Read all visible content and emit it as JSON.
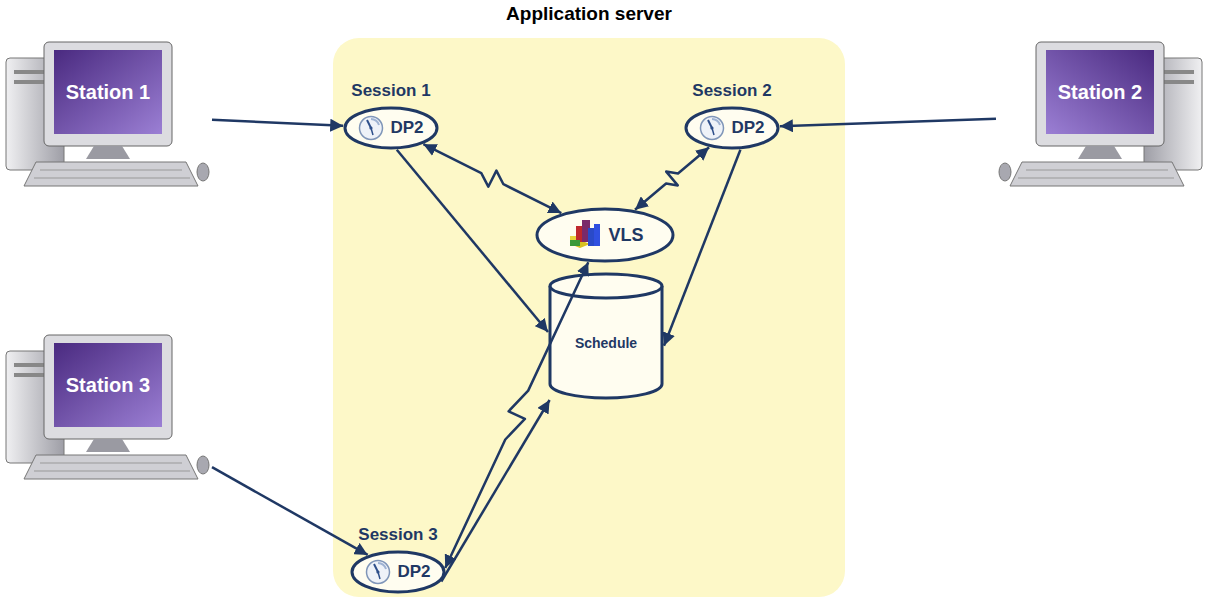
{
  "diagram": {
    "nodes": [
      {
        "text": [
          "Application server"
        ]
      },
      {
        "text": [
          "Station 1"
        ]
      },
      {
        "text": [
          "Session 1",
          "DP2"
        ],
        "in": 0
      },
      {
        "text": [
          "Session 2",
          "DP2"
        ],
        "in": 0
      },
      {
        "text": [
          "Station 2"
        ]
      },
      {
        "text": [
          "VLS"
        ],
        "in": 0
      },
      {
        "text": [
          "Schedule"
        ],
        "in": 0
      },
      {
        "text": [
          "Station 3"
        ]
      },
      {
        "text": [
          "Session 3",
          "DP2"
        ],
        "in": 0
      }
    ],
    "edges": [
      {
        "from": 1,
        "to": 2,
        "arrow": "to"
      },
      {
        "from": 4,
        "to": 3,
        "arrow": "to"
      },
      {
        "from": 7,
        "to": 8,
        "arrow": "to"
      },
      {
        "from": 2,
        "to": 5,
        "arrow": "both"
      },
      {
        "from": 3,
        "to": 5,
        "arrow": "both"
      },
      {
        "from": 8,
        "to": 5,
        "arrow": "both"
      },
      {
        "from": 2,
        "to": 6,
        "arrow": "to"
      },
      {
        "from": 3,
        "to": 6,
        "arrow": "to"
      },
      {
        "from": 8,
        "to": 6,
        "arrow": "to"
      }
    ]
  }
}
